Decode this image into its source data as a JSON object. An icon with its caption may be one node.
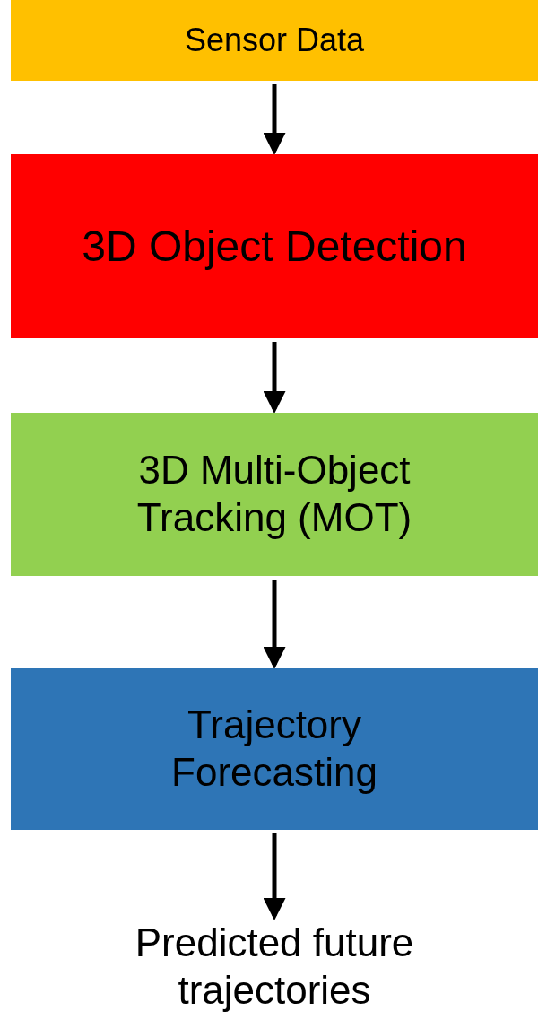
{
  "diagram": {
    "nodes": [
      {
        "text": [
          "Sensor Data"
        ]
      },
      {
        "text": [
          "3D Object Detection"
        ]
      },
      {
        "text": [
          "3D Multi-Object Tracking (MOT)"
        ]
      },
      {
        "text": [
          "Trajectory Forecasting"
        ]
      },
      {
        "text": [
          "Predicted future trajectories"
        ]
      }
    ],
    "edges": [
      {
        "from": 0,
        "to": 1,
        "arrow": "to"
      },
      {
        "from": 1,
        "to": 2,
        "arrow": "to"
      },
      {
        "from": 2,
        "to": 3,
        "arrow": "to"
      },
      {
        "from": 3,
        "to": 4,
        "arrow": "to"
      }
    ]
  }
}
